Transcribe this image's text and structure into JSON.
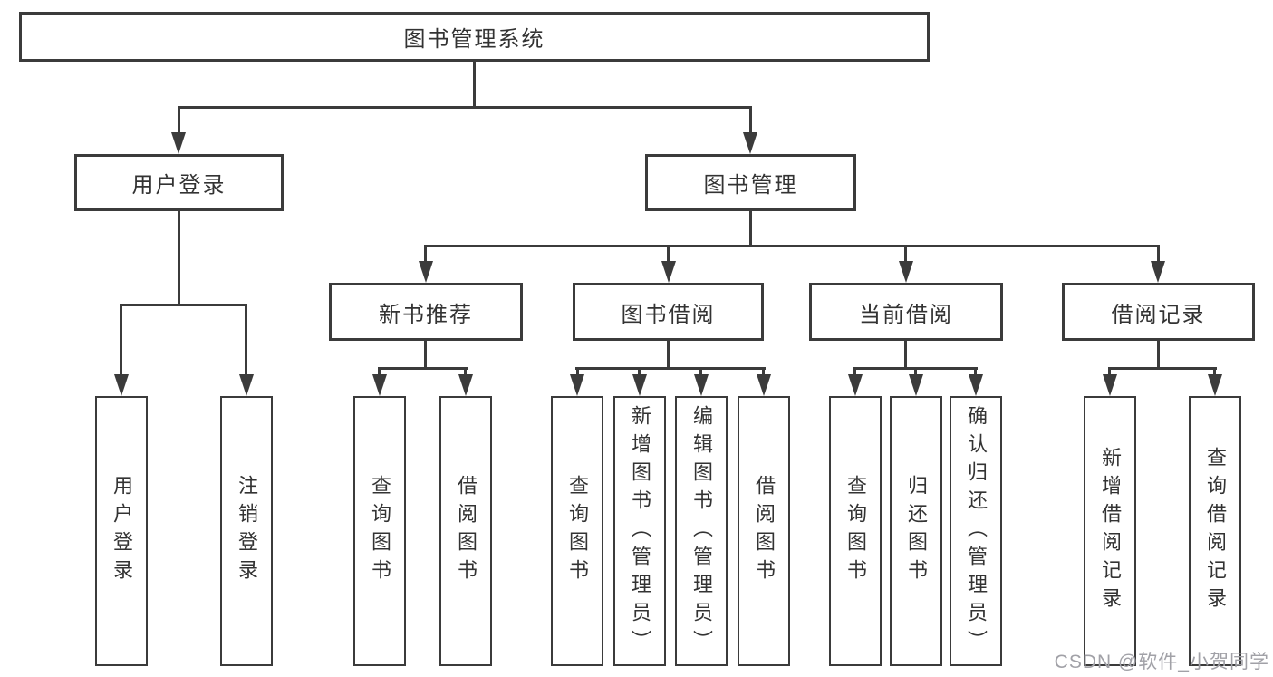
{
  "diagram": {
    "root": {
      "label": "图书管理系统"
    },
    "branches": [
      {
        "label": "用户登录",
        "children": [
          {
            "label": "用户登录"
          },
          {
            "label": "注销登录"
          }
        ]
      },
      {
        "label": "图书管理",
        "children": [
          {
            "label": "新书推荐",
            "children": [
              {
                "label": "查询图书"
              },
              {
                "label": "借阅图书"
              }
            ]
          },
          {
            "label": "图书借阅",
            "children": [
              {
                "label": "查询图书"
              },
              {
                "label": "新增图书（管理员）"
              },
              {
                "label": "编辑图书（管理员）"
              },
              {
                "label": "借阅图书"
              }
            ]
          },
          {
            "label": "当前借阅",
            "children": [
              {
                "label": "查询图书"
              },
              {
                "label": "归还图书"
              },
              {
                "label": "确认归还（管理员）"
              }
            ]
          },
          {
            "label": "借阅记录",
            "children": [
              {
                "label": "新增借阅记录"
              },
              {
                "label": "查询借阅记录"
              }
            ]
          }
        ]
      }
    ]
  },
  "watermark": {
    "text": "CSDN @软件_小贺同学"
  },
  "colors": {
    "line": "#3b3b3b",
    "text": "#333333",
    "watermark": "#a1a1a7",
    "background": "#ffffff"
  }
}
